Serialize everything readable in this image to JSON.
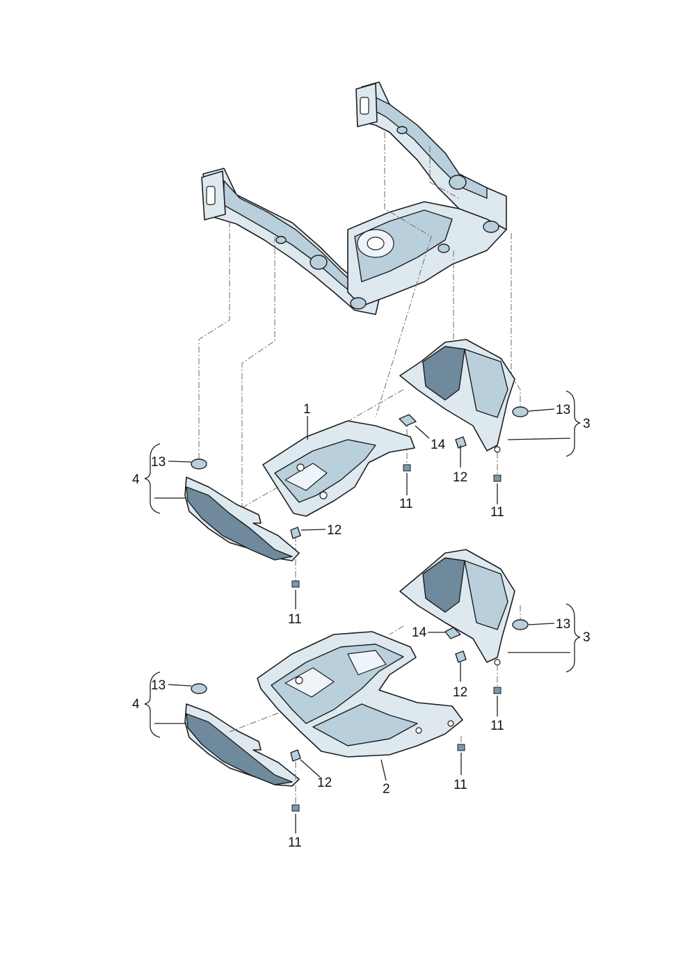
{
  "callouts": {
    "p1": "1",
    "p2": "2",
    "p3a": "3",
    "p3b": "3",
    "p4a": "4",
    "p4b": "4",
    "p11a": "11",
    "p11b": "11",
    "p11c": "11",
    "p11d": "11",
    "p11e": "11",
    "p11f": "11",
    "p12a": "12",
    "p12b": "12",
    "p12c": "12",
    "p12d": "12",
    "p13a": "13",
    "p13b": "13",
    "p13c": "13",
    "p13d": "13",
    "p14a": "14",
    "p14b": "14"
  },
  "colors": {
    "part_fill": "#dde8ef",
    "part_shade": "#b9cfdc",
    "part_dark": "#6e8a9c",
    "outline": "#1c1c1c"
  }
}
